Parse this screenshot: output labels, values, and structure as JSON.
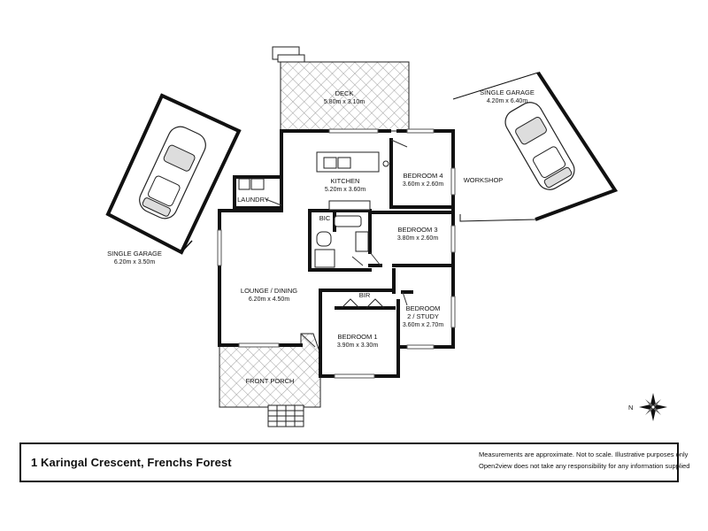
{
  "property": {
    "address": "1 Karingal Crescent, Frenchs Forest"
  },
  "disclaimer": {
    "line1": "Measurements are approximate. Not to scale. Illustrative purposes only",
    "line2": "Open2view does not take any responsibility for any information supplied"
  },
  "rooms": {
    "deck": {
      "name": "DECK",
      "dims": "5.80m x 3.10m"
    },
    "kitchen": {
      "name": "KITCHEN",
      "dims": "5.20m x 3.60m"
    },
    "bedroom4": {
      "name": "BEDROOM 4",
      "dims": "3.60m x 2.60m"
    },
    "bedroom3": {
      "name": "BEDROOM 3",
      "dims": "3.80m x 2.60m"
    },
    "bedroom2": {
      "name1": "BEDROOM",
      "name2": "2 / STUDY",
      "dims": "3.60m x 2.70m"
    },
    "bedroom1": {
      "name": "BEDROOM 1",
      "dims": "3.90m x 3.30m"
    },
    "lounge": {
      "name": "LOUNGE / DINING",
      "dims": "6.20m x 4.50m"
    },
    "laundry": {
      "name": "LAUNDRY"
    },
    "bic": {
      "name": "BIC"
    },
    "bir": {
      "name": "BIR"
    },
    "workshop": {
      "name": "WORKSHOP"
    },
    "frontPorch": {
      "name": "FRONT PORCH"
    },
    "garageLeft": {
      "name": "SINGLE GARAGE",
      "dims": "6.20m x 3.50m"
    },
    "garageRight": {
      "name": "SINGLE GARAGE",
      "dims": "4.20m x 6.40m"
    }
  },
  "compass": {
    "label": "N"
  }
}
